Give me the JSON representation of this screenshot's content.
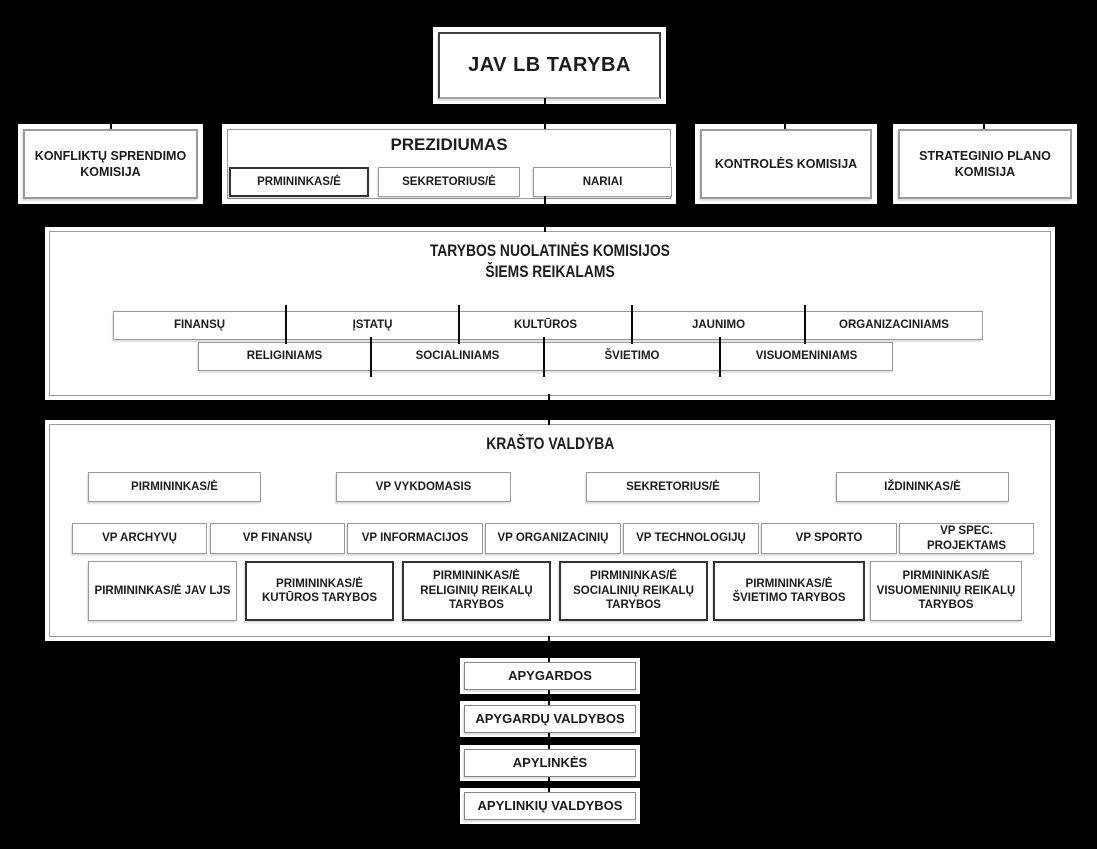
{
  "colors": {
    "background": "#000000",
    "box_fill": "#ffffff",
    "border_gray": "#9b9b9b",
    "border_dark": "#3d3d3d",
    "text": "#1c1c1c",
    "connector": "#000000"
  },
  "root": {
    "label": "JAV LB TARYBA"
  },
  "committees_row": {
    "konfliktu": "KONFLIKTŲ SPRENDIMO KOMISIJA",
    "prezidiumas_title": "PREZIDIUMAS",
    "prezidiumas_members": [
      "PRMININKAS/Ė",
      "SEKRETORIUS/Ė",
      "NARIAI"
    ],
    "kontroles": "KONTROLĖS KOMISIJA",
    "strateginio": "STRATEGINIO PLANO KOMISIJA"
  },
  "komisijos": {
    "title_line1": "TARYBOS NUOLATINĖS KOMISIJOS",
    "title_line2": "ŠIEMS REIKALAMS",
    "row1": [
      "FINANSŲ",
      "ĮSTATŲ",
      "KULTŪROS",
      "JAUNIMO",
      "ORGANIZACINIAMS"
    ],
    "row2": [
      "RELIGINIAMS",
      "SOCIALINIAMS",
      "ŠVIETIMO",
      "VISUOMENINIAMS"
    ]
  },
  "valdyba": {
    "title": "KRAŠTO VALDYBA",
    "row1": [
      "PIRMININKAS/Ė",
      "VP VYKDOMASIS",
      "SEKRETORIUS/Ė",
      "IŽDININKAS/Ė"
    ],
    "row2": [
      "VP ARCHYVŲ",
      "VP FINANSŲ",
      "VP INFORMACIJOS",
      "VP ORGANIZACINIŲ",
      "VP TECHNOLOGIJŲ",
      "VP SPORTO",
      "VP SPEC. PROJEKTAMS"
    ],
    "row3": [
      "PIRMININKAS/Ė JAV LJS",
      "PRIMININKAS/Ė KUTŪROS TARYBOS",
      "PIRMININKAS/Ė RELIGINIŲ REIKALŲ TARYBOS",
      "PIRMININKAS/Ė SOCIALINIŲ REIKALŲ TARYBOS",
      "PIRMININKAS/Ė ŠVIETIMO TARYBOS",
      "PIRMININKAS/Ė VISUOMENINIŲ REIKALŲ TARYBOS"
    ]
  },
  "local_chain": [
    "APYGARDOS",
    "APYGARDŲ VALDYBOS",
    "APYLINKĖS",
    "APYLINKIŲ VALDYBOS"
  ]
}
